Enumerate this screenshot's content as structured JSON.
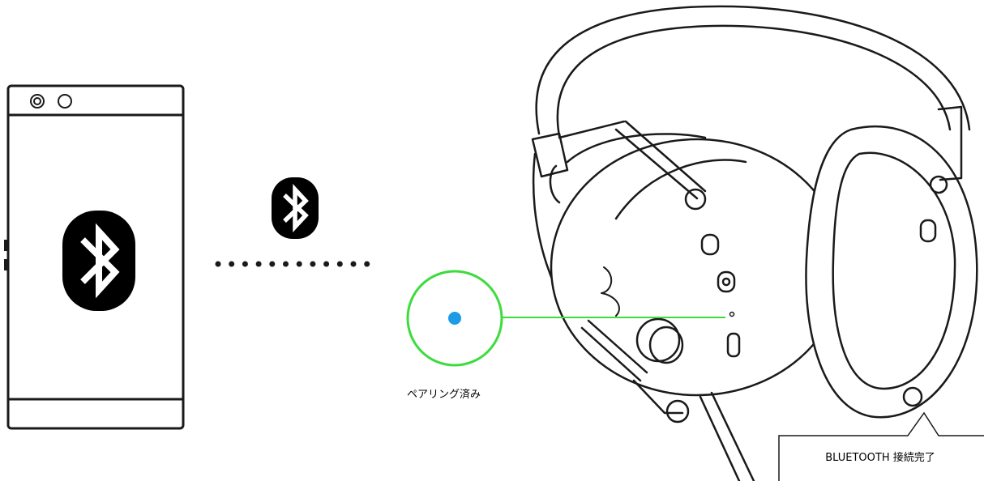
{
  "labels": {
    "pairing_status": "ペアリング済み",
    "connection_callout": "BLUETOOTH 接続完了"
  },
  "icons": {
    "phone_screen": "bluetooth-icon",
    "connection": "bluetooth-icon",
    "headset_led": "led-indicator"
  },
  "colors": {
    "led": "#1e9be6",
    "highlight_ring": "#3ddc3d",
    "line_art": "#1a1a1a",
    "icon_fill": "#000000"
  },
  "connection_dots": 12
}
